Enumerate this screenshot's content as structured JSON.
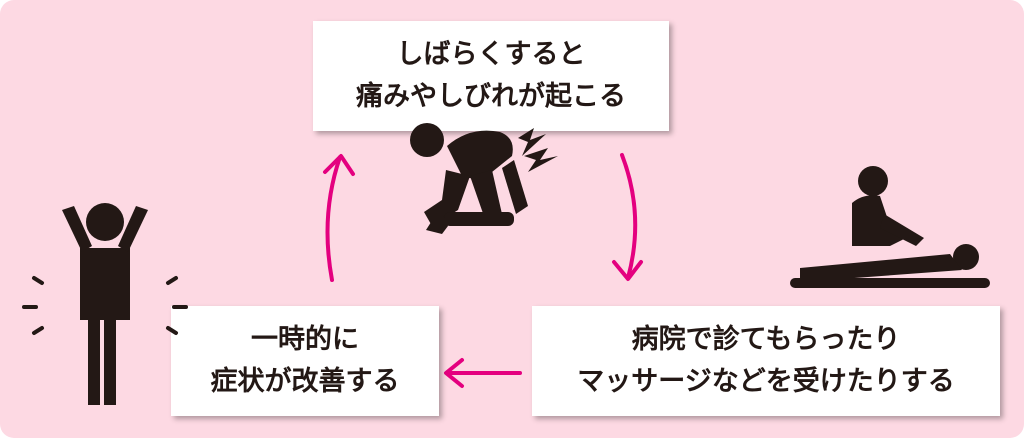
{
  "steps": {
    "top": {
      "line1": "しばらくすると",
      "line2": "痛みやしびれが起こる"
    },
    "right": {
      "line1": "病院で診てもらったり",
      "line2": "マッサージなどを受けたりする"
    },
    "left": {
      "line1": "一時的に",
      "line2": "症状が改善する"
    }
  },
  "icons": {
    "top": "back-pain-kneeling-person-icon",
    "right": "massage-therapy-icon",
    "left": "arms-raised-happy-person-icon"
  },
  "colors": {
    "background": "#fdd9e3",
    "arrow": "#e4007f",
    "figure": "#231815",
    "box": "#ffffff"
  }
}
